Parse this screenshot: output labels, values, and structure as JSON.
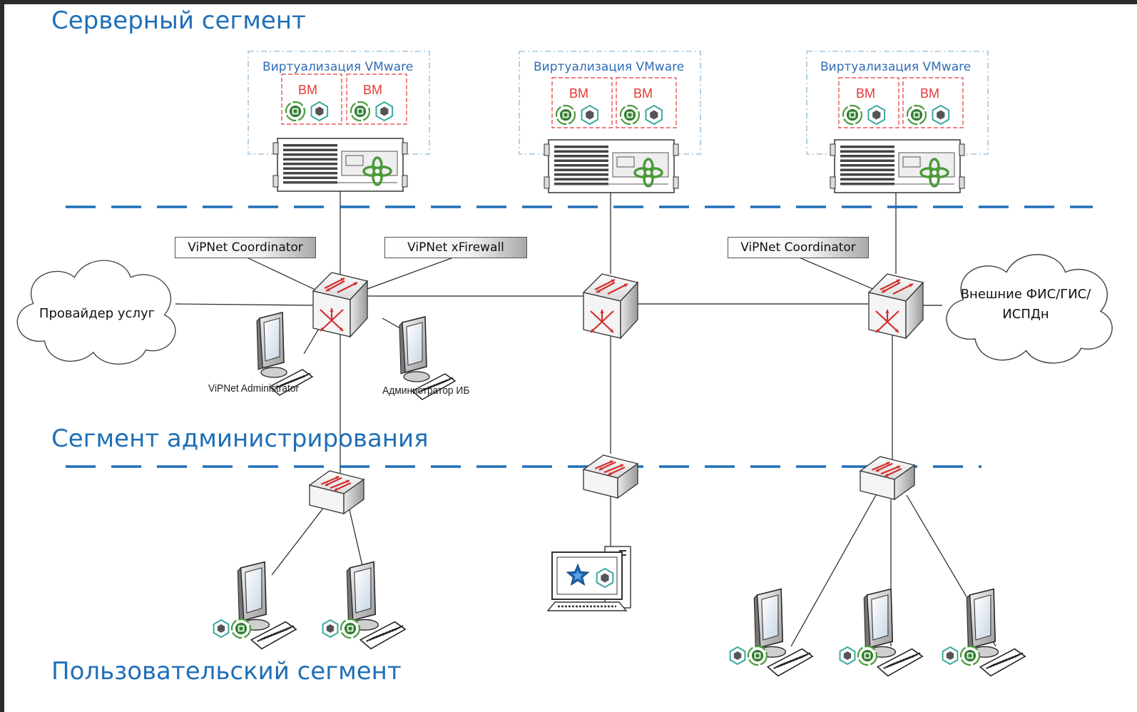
{
  "segments": {
    "server": "Серверный сегмент",
    "admin": "Сегмент администрирования",
    "user": "Пользовательский сегмент"
  },
  "virtualization": {
    "label": "Виртуализация VMware",
    "vm_label": "ВМ"
  },
  "tags": {
    "coordinator_left": "ViPNet Coordinator",
    "xfirewall": "ViPNet xFirewall",
    "coordinator_right": "ViPNet Coordinator"
  },
  "clouds": {
    "provider": "Провайдер услуг",
    "external_line1": "Внешние ФИС/ГИС/",
    "external_line2": "ИСПДн"
  },
  "workstations": {
    "vipnet_admin": "ViPNet Administrator",
    "security_admin": "Администратор ИБ"
  },
  "colors": {
    "segment_title": "#1f6fb7",
    "dashed_divider": "#1f6fb7",
    "vm_border": "#e53935",
    "virt_border": "#8fb7d4",
    "vipnet_green": "#4a9a3a",
    "vipnet_teal": "#3aa9a0",
    "switch_arrow": "#d32f2f"
  },
  "icons": {
    "switch": "network-switch-icon",
    "server": "rack-server-icon",
    "workstation": "workstation-icon",
    "cloud": "cloud-icon",
    "vipnet_client": "vipnet-client-icon",
    "vipnet_shield": "vipnet-shield-icon",
    "star": "star-icon"
  }
}
